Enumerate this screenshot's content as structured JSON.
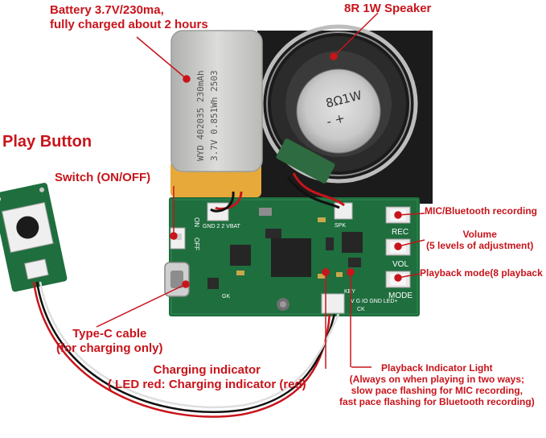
{
  "labels": {
    "battery": [
      "Battery 3.7V/230ma,",
      "fully charged about 2 hours"
    ],
    "speaker": "8R 1W Speaker",
    "play_button": "Play Button",
    "switch": "Switch (ON/OFF)",
    "mic_bt": "MIC/Bluetooth recording",
    "volume": [
      "Volume",
      "(5 levels of adjustment)"
    ],
    "playback_mode": "Playback mode(8 playback",
    "typec": [
      "Type-C cable",
      "(for charging only)"
    ],
    "charging": [
      "Charging indicator",
      "( LED red: Charging indicator (red)"
    ],
    "indicator": [
      "Playback Indicator Light",
      "(Always on when playing in two ways;",
      "slow pace flashing for MIC recording,",
      "fast pace flashing for Bluetooth recording)"
    ]
  },
  "board_text": {
    "battery_print_1": "WYD 402035 230mAh",
    "battery_print_2": "3.7V 0.851Wh 2503",
    "speaker_print": "8Ω1W",
    "speaker_polarity": "- +",
    "btn_rec": "REC",
    "btn_vol": "VOL",
    "btn_mode": "MODE",
    "silk_on": "ON",
    "silk_off": "OFF",
    "silk_gnd_vbat": "GND 2 2 VBAT",
    "silk_spk": "SPK",
    "silk_key": "KEY",
    "silk_gk": "GK",
    "silk_pins": "V G IO GND LED+",
    "silk_ck": "CK"
  },
  "colors": {
    "label_red": "#c8141b",
    "pcb_green": "#1f6e3e",
    "battery_silver": "#c9c9c7",
    "tape_yellow": "#e7a93a",
    "speaker_black": "#1b1b1b"
  }
}
